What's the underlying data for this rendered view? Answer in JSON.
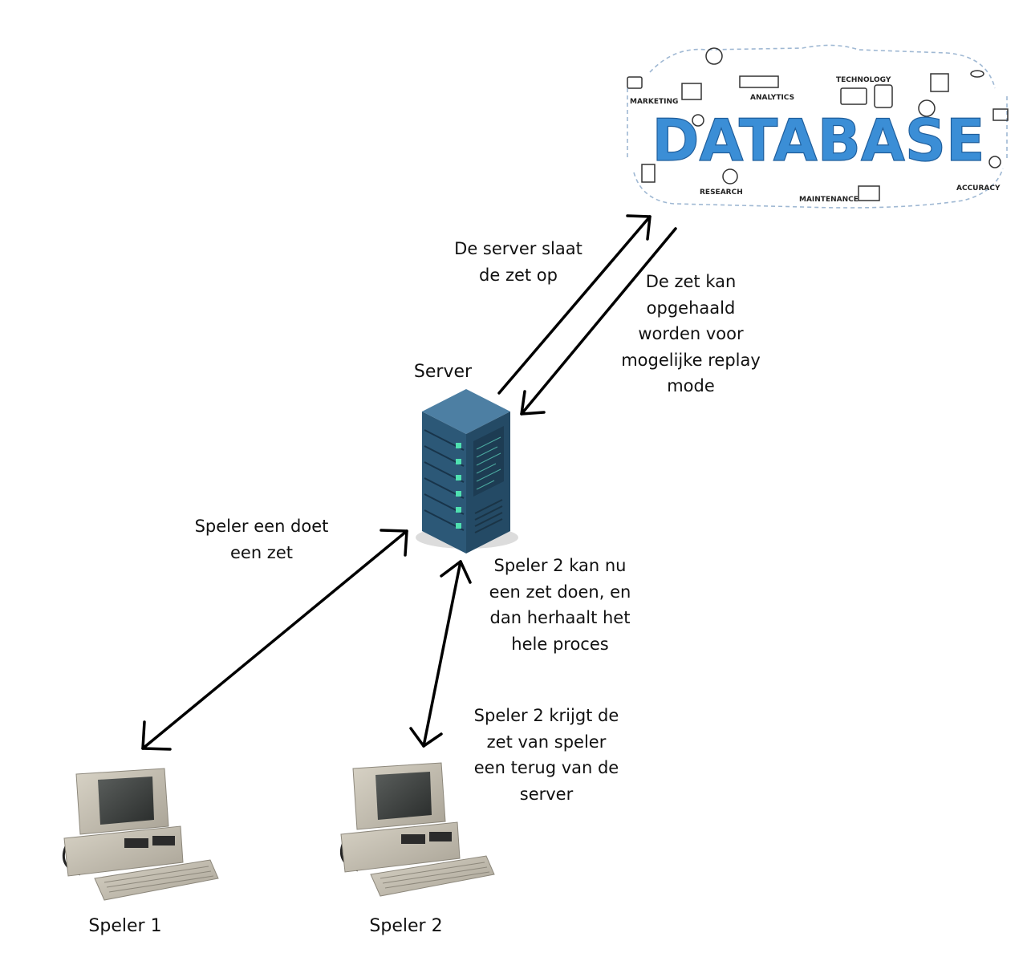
{
  "database_graphic": {
    "title": "DATABASE",
    "keywords": [
      "MARKETING",
      "ANALYTICS",
      "TECHNOLOGY",
      "RESEARCH",
      "MAINTENANCE",
      "ACCURACY"
    ],
    "accent_color": "#3b8ed6",
    "line_color": "#9fb8d3"
  },
  "server": {
    "label": "Server",
    "body_color": "#2c5877",
    "led_color": "#4fe0b0"
  },
  "players": [
    {
      "label": "Speler 1"
    },
    {
      "label": "Speler 2"
    }
  ],
  "annotations": {
    "server_to_database": "De server slaat\nde zet op",
    "database_to_server": "De zet kan\nopgehaald\nworden voor\nmogelijke replay\nmode",
    "player1_to_server": "Speler een doet\neen zet",
    "server_to_player2": "Speler 2 krijgt de\nzet van speler\neen terug van de\nserver",
    "player2_turn": "Speler 2 kan nu\neen zet doen, en\ndan herhaalt het\nhele proces"
  }
}
